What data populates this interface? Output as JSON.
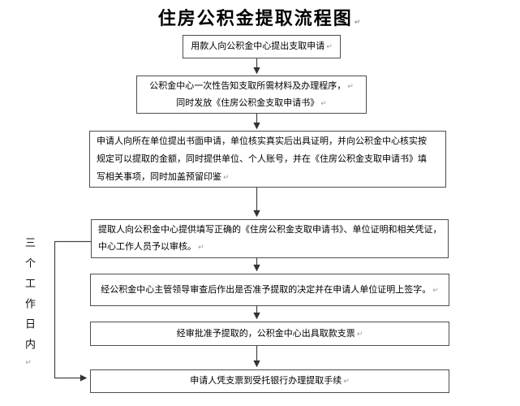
{
  "title": "住房公积金提取流程图",
  "return_mark": "↵",
  "side_label": "三个工作日内",
  "steps": [
    {
      "lines": [
        "用款人向公积金中心提出支取申请"
      ]
    },
    {
      "lines": [
        "公积金中心一次性告知支取所需材料及办理程序，",
        "同时发放《住房公积金支取申请书》"
      ]
    },
    {
      "lines": [
        "申请人向所在单位提出书面申请，单位核实真实后出具证明，并向公积金中心核实按",
        "规定可以提取的金额，同时提供单位、个人账号，并在《住房公积金支取申请书》填",
        "写相关事项，同时加盖预留印鉴"
      ]
    },
    {
      "lines": [
        "提取人向公积金中心提供填写正确的《住房公积金支取申请书》、单位证明和相关凭证，",
        "中心工作人员予以审核。"
      ]
    },
    {
      "lines": [
        "经公积金中心主管领导审查后作出是否准予提取的决定并在申请人单位证明上签字。"
      ]
    },
    {
      "lines": [
        "经审批准予提取的，公积金中心出具取款支票"
      ]
    },
    {
      "lines": [
        "申请人凭支票到受托银行办理提取手续"
      ]
    }
  ],
  "colors": {
    "line": "#454545",
    "border": "#4d4d4d",
    "text": "#000000",
    "mark": "#9a9a9a"
  }
}
